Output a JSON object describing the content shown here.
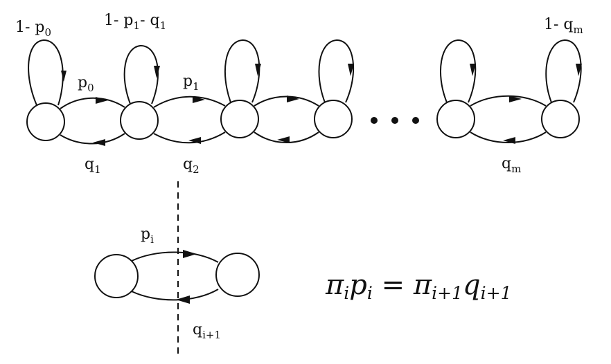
{
  "chain": {
    "self_loops": {
      "state0": {
        "main": "1- p",
        "sub": "0"
      },
      "state1": {
        "main": "1- p",
        "sub1": "1",
        "mid": "- q",
        "sub2": "1"
      },
      "stateM": {
        "main": "1- q",
        "sub": "m"
      }
    },
    "forward": [
      {
        "main": "p",
        "sub": "0"
      },
      {
        "main": "p",
        "sub": "1"
      }
    ],
    "backward": [
      {
        "main": "q",
        "sub": "1"
      },
      {
        "main": "q",
        "sub": "2"
      },
      {
        "main": "q",
        "sub": "m"
      }
    ]
  },
  "cut": {
    "forward": {
      "main": "p",
      "sub": "i"
    },
    "backward": {
      "main": "q",
      "sub": "i+1"
    }
  },
  "equation": {
    "pi1": "π",
    "sub1": "i",
    "p": "p",
    "sub2": "i",
    "eq": " = ",
    "pi2": "π",
    "sub3": "i+1",
    "q": "q",
    "sub4": "i+1"
  }
}
